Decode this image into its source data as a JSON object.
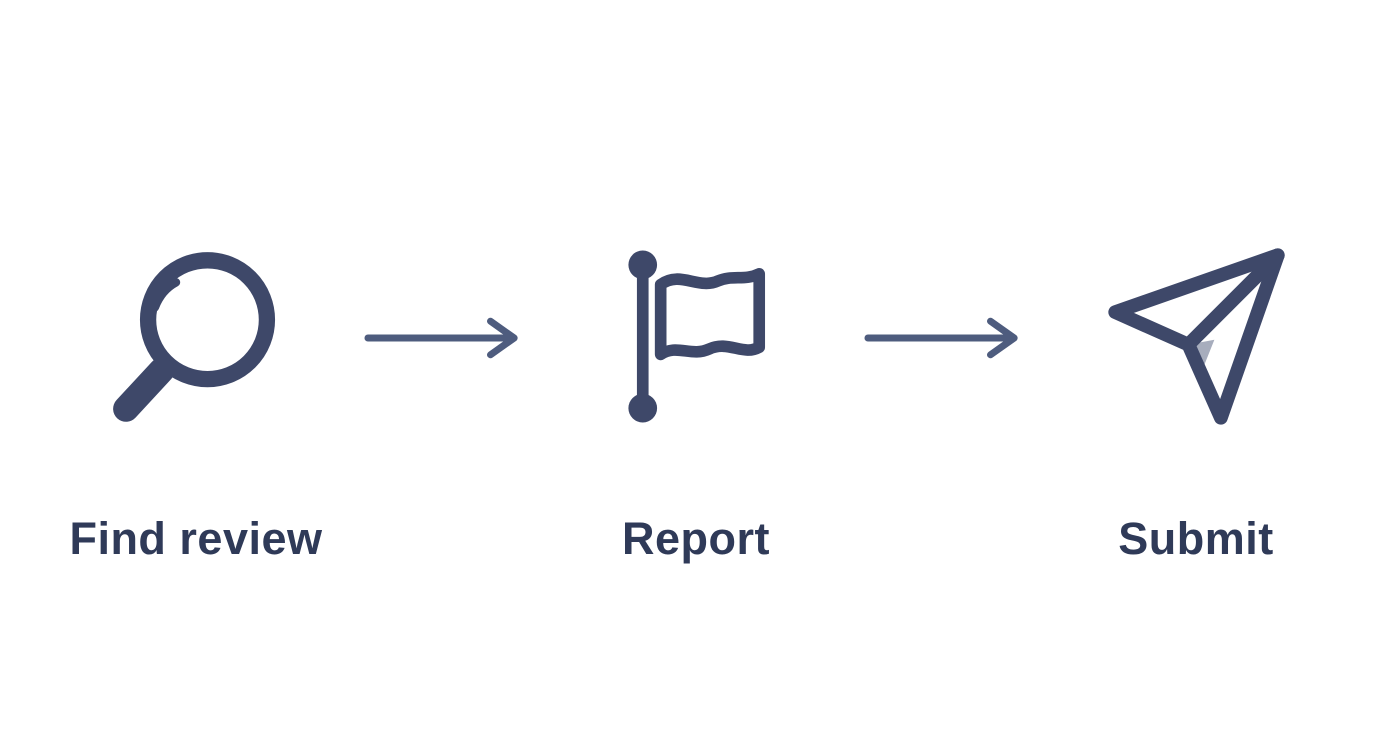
{
  "colors": {
    "icon": "#3e4869",
    "arrow": "#4e5c7e",
    "label": "#2f3a58",
    "plane_fold_shade": "#a7adbd",
    "background": "#ffffff"
  },
  "steps": [
    {
      "label": "Find review",
      "icon": "magnifier-icon"
    },
    {
      "label": "Report",
      "icon": "flag-icon"
    },
    {
      "label": "Submit",
      "icon": "paper-plane-icon"
    }
  ],
  "connectors": [
    {
      "icon": "arrow-right-icon"
    },
    {
      "icon": "arrow-right-icon"
    }
  ]
}
